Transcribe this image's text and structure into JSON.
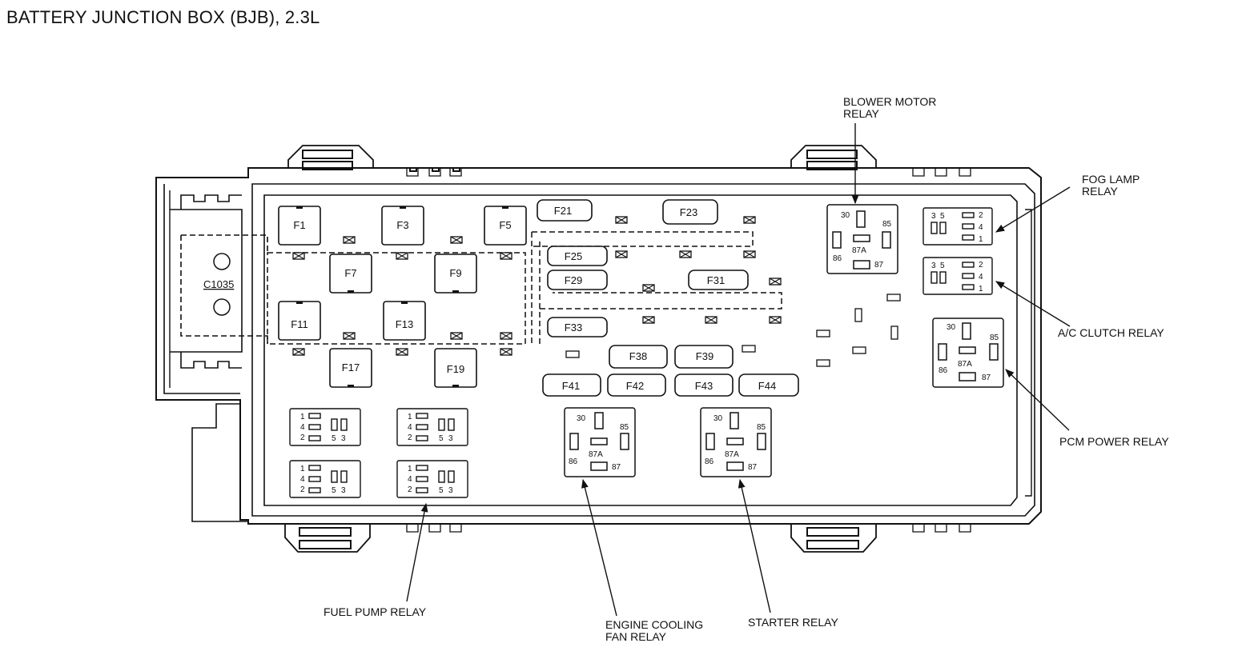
{
  "title": "BATTERY JUNCTION BOX (BJB), 2.3L",
  "connector": "C1035",
  "fuses": {
    "F1": "F1",
    "F3": "F3",
    "F5": "F5",
    "F7": "F7",
    "F9": "F9",
    "F11": "F11",
    "F13": "F13",
    "F17": "F17",
    "F19": "F19",
    "F21": "F21",
    "F23": "F23",
    "F25": "F25",
    "F29": "F29",
    "F31": "F31",
    "F33": "F33",
    "F38": "F38",
    "F39": "F39",
    "F41": "F41",
    "F42": "F42",
    "F43": "F43",
    "F44": "F44"
  },
  "relay_terminals": {
    "large": [
      "30",
      "85",
      "86",
      "87A",
      "87"
    ],
    "small": [
      "1",
      "2",
      "3",
      "4",
      "5"
    ]
  },
  "callouts": {
    "blower_motor_line1": "BLOWER MOTOR",
    "blower_motor_line2": "RELAY",
    "fog_lamp_line1": "FOG LAMP",
    "fog_lamp_line2": "RELAY",
    "ac_clutch": "A/C CLUTCH RELAY",
    "pcm_power": "PCM POWER RELAY",
    "fuel_pump": "FUEL PUMP RELAY",
    "engine_cooling_line1": "ENGINE COOLING",
    "engine_cooling_line2": "FAN RELAY",
    "starter": "STARTER RELAY"
  }
}
